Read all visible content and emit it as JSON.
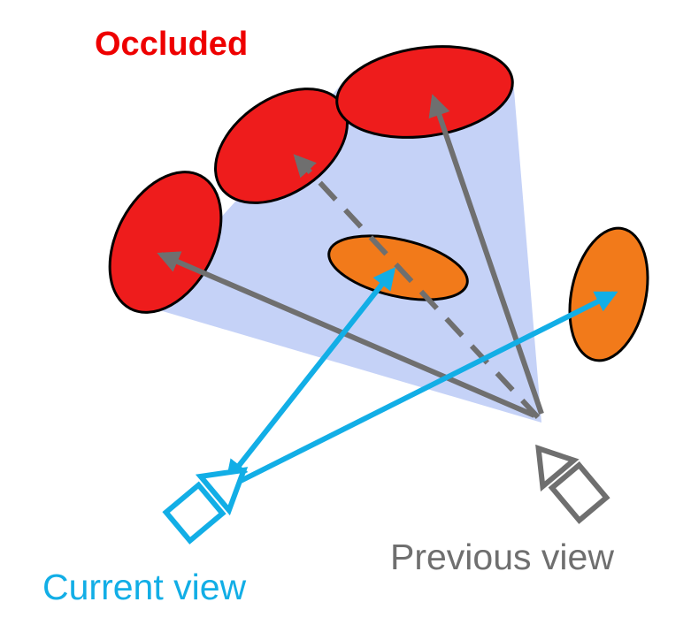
{
  "labels": {
    "occluded": "Occluded",
    "previous_view": "Previous view",
    "current_view": "Current view"
  },
  "colors": {
    "occluded_fill": "#ee1c1c",
    "occluded_text": "#ee0000",
    "visible_fill": "#f27a1a",
    "frustum_fill": "#c2d0f7",
    "previous_camera": "#6f6f6f",
    "current_camera": "#12aee6",
    "label_gray": "#6f6f6f",
    "outline": "#000000"
  }
}
